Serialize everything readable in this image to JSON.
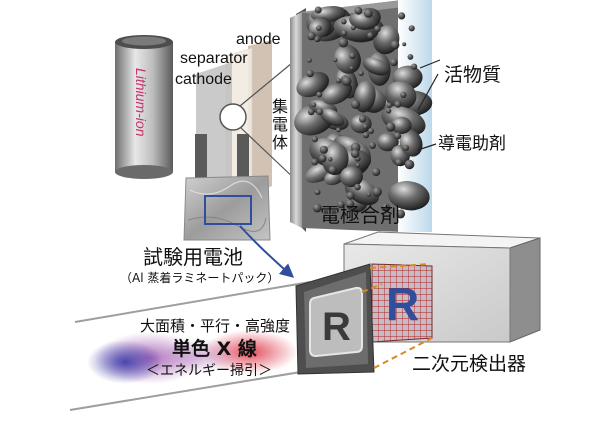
{
  "labels": {
    "anode": "anode",
    "separator": "separator",
    "cathode": "cathode",
    "lithium_ion": "Lithium-ion",
    "current_collector": "集電体",
    "active_material": "活物質",
    "conductive_agent": "導電助剤",
    "electrode_mixture": "電極合剤",
    "test_cell": "試験用電池",
    "test_cell_sub": "（Al 蒸着ラミネートパック）",
    "beam_props": "大面積・平行・高強度",
    "mono_xray": "単色 X 線",
    "energy_sweep": "＜エネルギー掃引＞",
    "detector": "二次元検出器",
    "r_letter": "R"
  },
  "colors": {
    "lithium_text": "#c8326e",
    "detector_r": "#2f4f9c",
    "detector_grid": "#b21f1f",
    "arrow": "#2f4f9c",
    "dashed_line": "#d98a20",
    "collector_edge": "#cfe3f0"
  },
  "icons": [
    "cylinder-cell-icon",
    "pouch-cell-icon",
    "particle-cluster-icon",
    "r-letter-icon"
  ]
}
